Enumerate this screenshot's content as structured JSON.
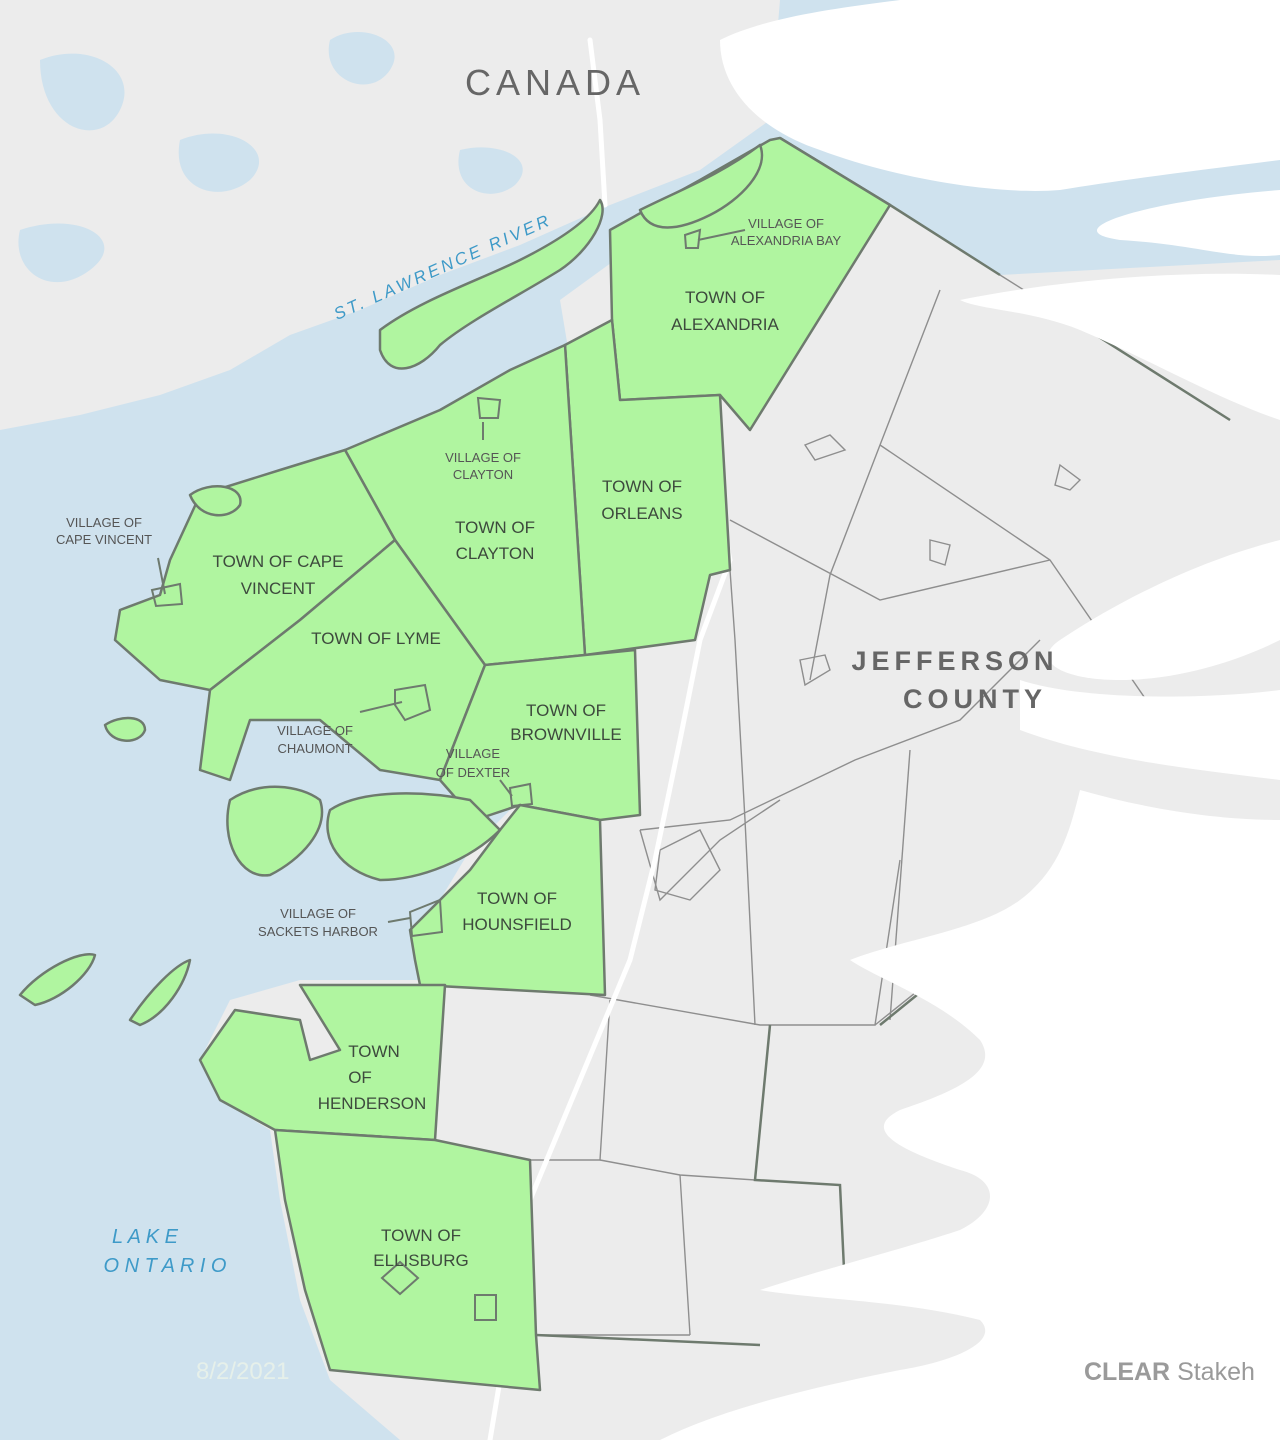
{
  "map": {
    "region_labels": {
      "canada": "CANADA",
      "county_line1": "JEFFERSON",
      "county_line2": "COUNTY"
    },
    "water_labels": {
      "river": "ST. LAWRENCE RIVER",
      "lake_line1": "L A K E",
      "lake_line2": "O N T A R I O"
    },
    "towns": {
      "alexandria": [
        "TOWN OF",
        "ALEXANDRIA"
      ],
      "orleans": [
        "TOWN OF",
        "ORLEANS"
      ],
      "clayton": [
        "TOWN OF",
        "CLAYTON"
      ],
      "cape_vincent": [
        "TOWN OF CAPE",
        "VINCENT"
      ],
      "lyme": [
        "TOWN OF LYME"
      ],
      "brownville": [
        "TOWN OF",
        "BROWNVILLE"
      ],
      "hounsfield": [
        "TOWN OF",
        "HOUNSFIELD"
      ],
      "henderson": [
        "TOWN",
        "OF",
        "HENDERSON"
      ],
      "ellisburg": [
        "TOWN OF",
        "ELLISBURG"
      ]
    },
    "villages": {
      "alexandria_bay": [
        "VILLAGE OF",
        "ALEXANDRIA BAY"
      ],
      "clayton": [
        "VILLAGE OF",
        "CLAYTON"
      ],
      "cape_vincent": [
        "VILLAGE OF",
        "CAPE VINCENT"
      ],
      "chaumont": [
        "VILLAGE OF",
        "CHAUMONT"
      ],
      "dexter": [
        "VILLAGE",
        "OF DEXTER"
      ],
      "sackets_harbor": [
        "VILLAGE OF",
        "SACKETS HARBOR"
      ]
    },
    "colors": {
      "water": "#cfe2ee",
      "land": "#ececec",
      "highlight": "#b0f5a0",
      "boundary": "#6e7a6e"
    }
  },
  "footer": {
    "date": "8/2/2021",
    "brand_bold": "CLEAR",
    "brand_rest": "Stakeh"
  }
}
